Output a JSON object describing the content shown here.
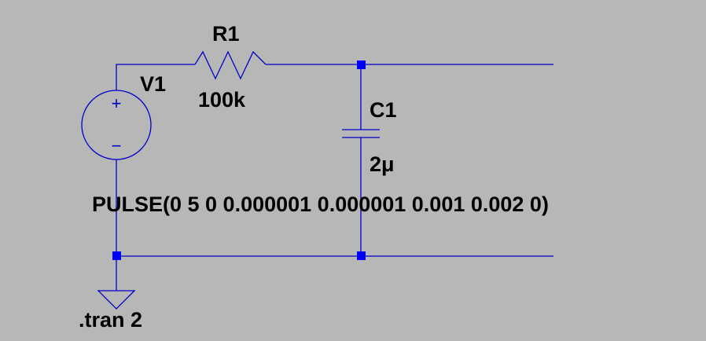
{
  "schematic": {
    "components": {
      "source": {
        "ref": "V1",
        "value": "PULSE(0 5 0 0.000001 0.000001 0.001 0.002 0)",
        "plus_sign": "+",
        "minus_sign": "−"
      },
      "resistor": {
        "ref": "R1",
        "value": "100k"
      },
      "capacitor": {
        "ref": "C1",
        "value": "2μ"
      }
    },
    "directive": ".tran 2",
    "wire_color": "#0000c8",
    "node_color": "#0000ff",
    "background": "#b7b7b7"
  }
}
